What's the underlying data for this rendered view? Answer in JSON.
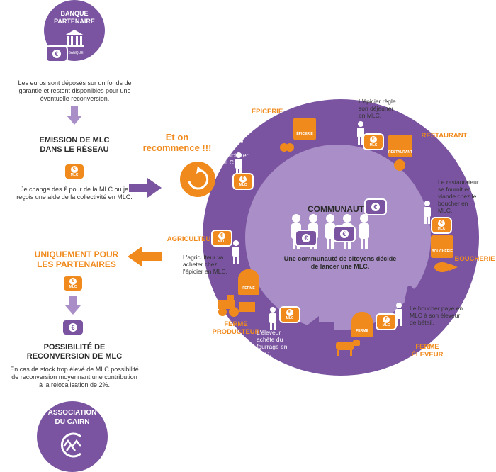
{
  "left": {
    "bank_title": "BANQUE\nPARTENAIRE",
    "bank_caption": "BANQUE",
    "bank_text": "Les euros sont déposés sur un fonds de garantie et restent disponibles pour une éventuelle reconversion.",
    "emission_title": "EMISSION DE MLC\nDANS LE RÉSEAU",
    "emission_text": "Je change des € pour de la MLC ou je reçois une aide de la collectivité en MLC.",
    "partners_title": "UNIQUEMENT POUR\nLES PARTENAIRES",
    "reconversion_title": "POSSIBILITÉ DE\nRECONVERSION DE MLC",
    "reconversion_text": "En cas de stock trop élevé de MLC possibilité de reconversion moyennant une contribution à la relocalisation de 2%.",
    "association_title": "ASSOCIATION\nDU CAIRN"
  },
  "badges": {
    "mlc": "MLC",
    "euro": "€"
  },
  "restart": "Et on\nrecommence !!!",
  "center": {
    "title": "COMMUNAUTÉ",
    "text": "Une communauté de citoyens décide de lancer une MLC."
  },
  "ring": {
    "epicerie": "ÉPICERIE",
    "epicerie_sign": "ÉPICERIE",
    "restaurant": "RESTAURANT",
    "restaurant_sign": "RESTAURANT",
    "boucherie": "BOUCHERIE",
    "boucherie_sign": "BOUCHERIE",
    "ferme_eleveur": "FERME\nÉLEVEUR",
    "ferme_sign": "FERME",
    "ferme_producteur": "FERME\nPRODUCTEUR",
    "ferme_prod_sign": "FERME",
    "agriculteur": "AGRICULTEUR",
    "t_achete": "J'achète chez l'épicier en MLC.",
    "t_epicier": "L'épicier règle son déjeuner en MLC.",
    "t_restaurateur": "Le restaurateur se fournit en viande chez le boucher en MLC.",
    "t_boucher": "Le boucher paye en MLC à son éleveur de bétail.",
    "t_eleveur": "L'éleveur achète du fourrage en MLC.",
    "t_agriculteur": "L'agriculteur va acheter chez l'épicier en MLC."
  },
  "colors": {
    "purple": "#7a54a0",
    "light_purple": "#a98ec7",
    "orange": "#f08a1c"
  }
}
